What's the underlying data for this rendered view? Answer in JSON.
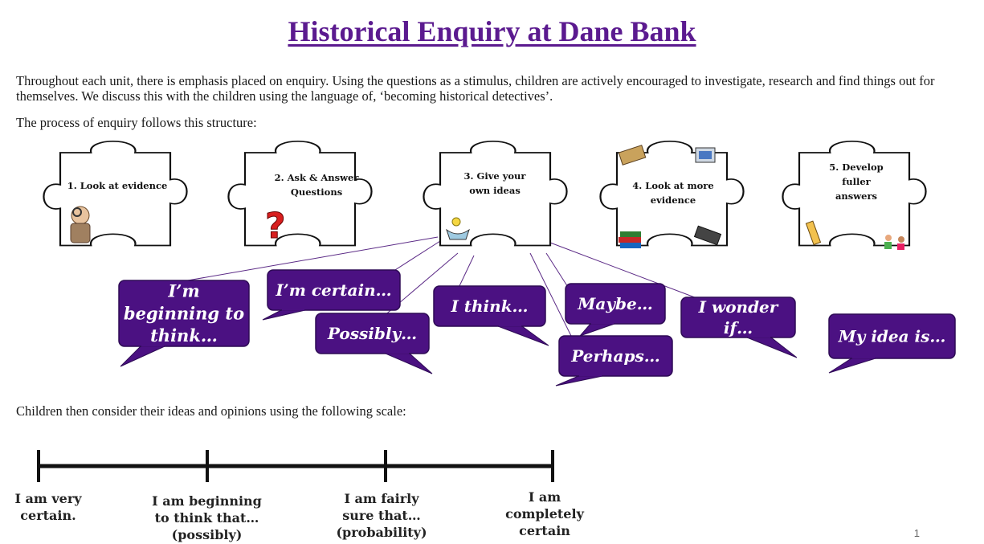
{
  "title": "Historical Enquiry at Dane Bank",
  "intro": "Throughout each unit, there is emphasis placed on enquiry. Using the questions as a stimulus, children are actively encouraged to investigate, research and find things out for themselves. We discuss this with the children using the language of, ‘becoming historical detectives’.",
  "process_intro": "The process of enquiry follows this structure:",
  "steps": [
    {
      "lines": [
        "1. Look at evidence"
      ]
    },
    {
      "lines": [
        "2. Ask & Answer",
        "Questions"
      ]
    },
    {
      "lines": [
        "3. Give your",
        "own ideas"
      ]
    },
    {
      "lines": [
        "4. Look at more",
        "evidence"
      ]
    },
    {
      "lines": [
        "5. Develop",
        "fuller",
        "answers"
      ]
    }
  ],
  "bubbles": [
    {
      "lines": [
        "I’m",
        "beginning to",
        "think…"
      ]
    },
    {
      "lines": [
        "I’m certain…"
      ]
    },
    {
      "lines": [
        "Possibly…"
      ]
    },
    {
      "lines": [
        "I think…"
      ]
    },
    {
      "lines": [
        "Maybe…"
      ]
    },
    {
      "lines": [
        "Perhaps…"
      ]
    },
    {
      "lines": [
        "I wonder",
        "if…"
      ]
    },
    {
      "lines": [
        "My idea is…"
      ]
    }
  ],
  "scale_intro": "Children then consider their ideas and opinions using the following scale:",
  "scale": [
    {
      "lines": [
        "I am very",
        "certain."
      ]
    },
    {
      "lines": [
        "I am beginning",
        "to think that…",
        "(possibly)"
      ]
    },
    {
      "lines": [
        "I am fairly",
        "sure that…",
        "(probability)"
      ]
    },
    {
      "lines": [
        "I am",
        "completely",
        "certain"
      ]
    }
  ],
  "page_number": "1",
  "colors": {
    "title": "#5b1a8f",
    "bubble_fill": "#4b1182",
    "bubble_stroke": "#2e0b55",
    "line": "#5b2a86"
  }
}
